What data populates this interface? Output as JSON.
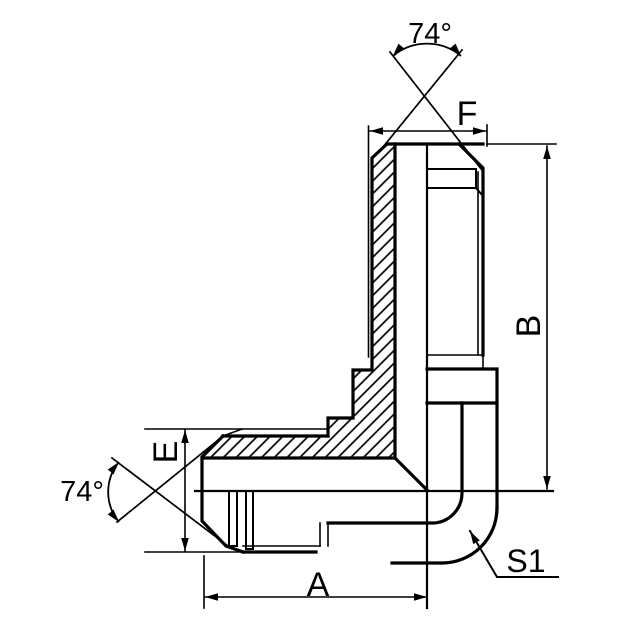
{
  "drawing": {
    "description": "Engineering cross-section drawing of a 90-degree elbow hydraulic adapter fitting with 74-degree flare cones on both male ends",
    "background_color": "#ffffff",
    "line_color": "#000000",
    "labels": {
      "angle_top": "74°",
      "angle_left": "74°",
      "dim_f": "F",
      "dim_b": "B",
      "dim_e": "E",
      "dim_a": "A",
      "dim_s1": "S1"
    }
  }
}
